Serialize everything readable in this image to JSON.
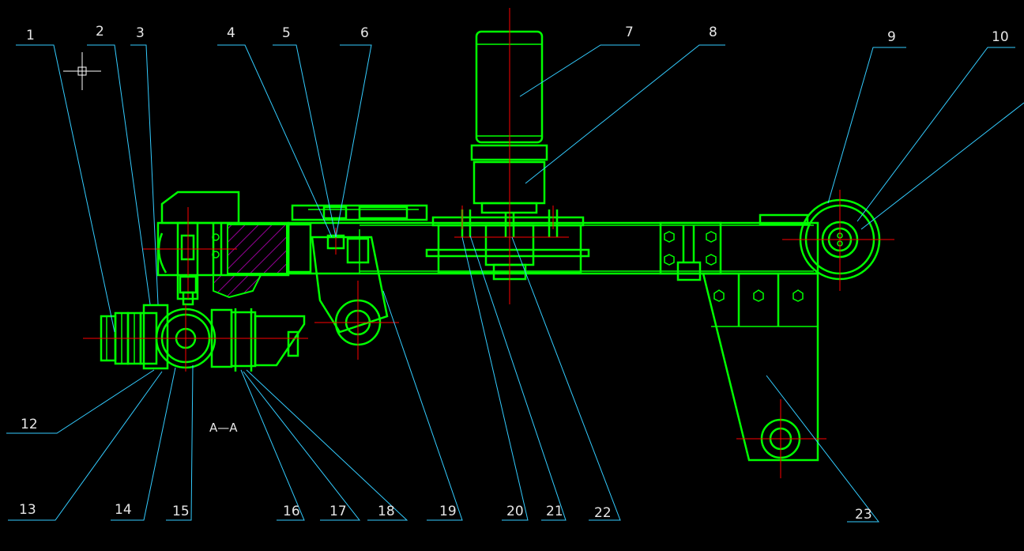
{
  "colors": {
    "background": "#000000",
    "outline": "#00ff00",
    "centerline": "#ff0000",
    "leader": "#33ccff",
    "hatch": "#cc00cc",
    "text": "#e6e6e6"
  },
  "section_label": "A—A",
  "part_numbers": [
    "1",
    "2",
    "3",
    "4",
    "5",
    "6",
    "7",
    "8",
    "9",
    "10",
    "12",
    "13",
    "14",
    "15",
    "16",
    "17",
    "18",
    "19",
    "20",
    "21",
    "22",
    "23"
  ]
}
